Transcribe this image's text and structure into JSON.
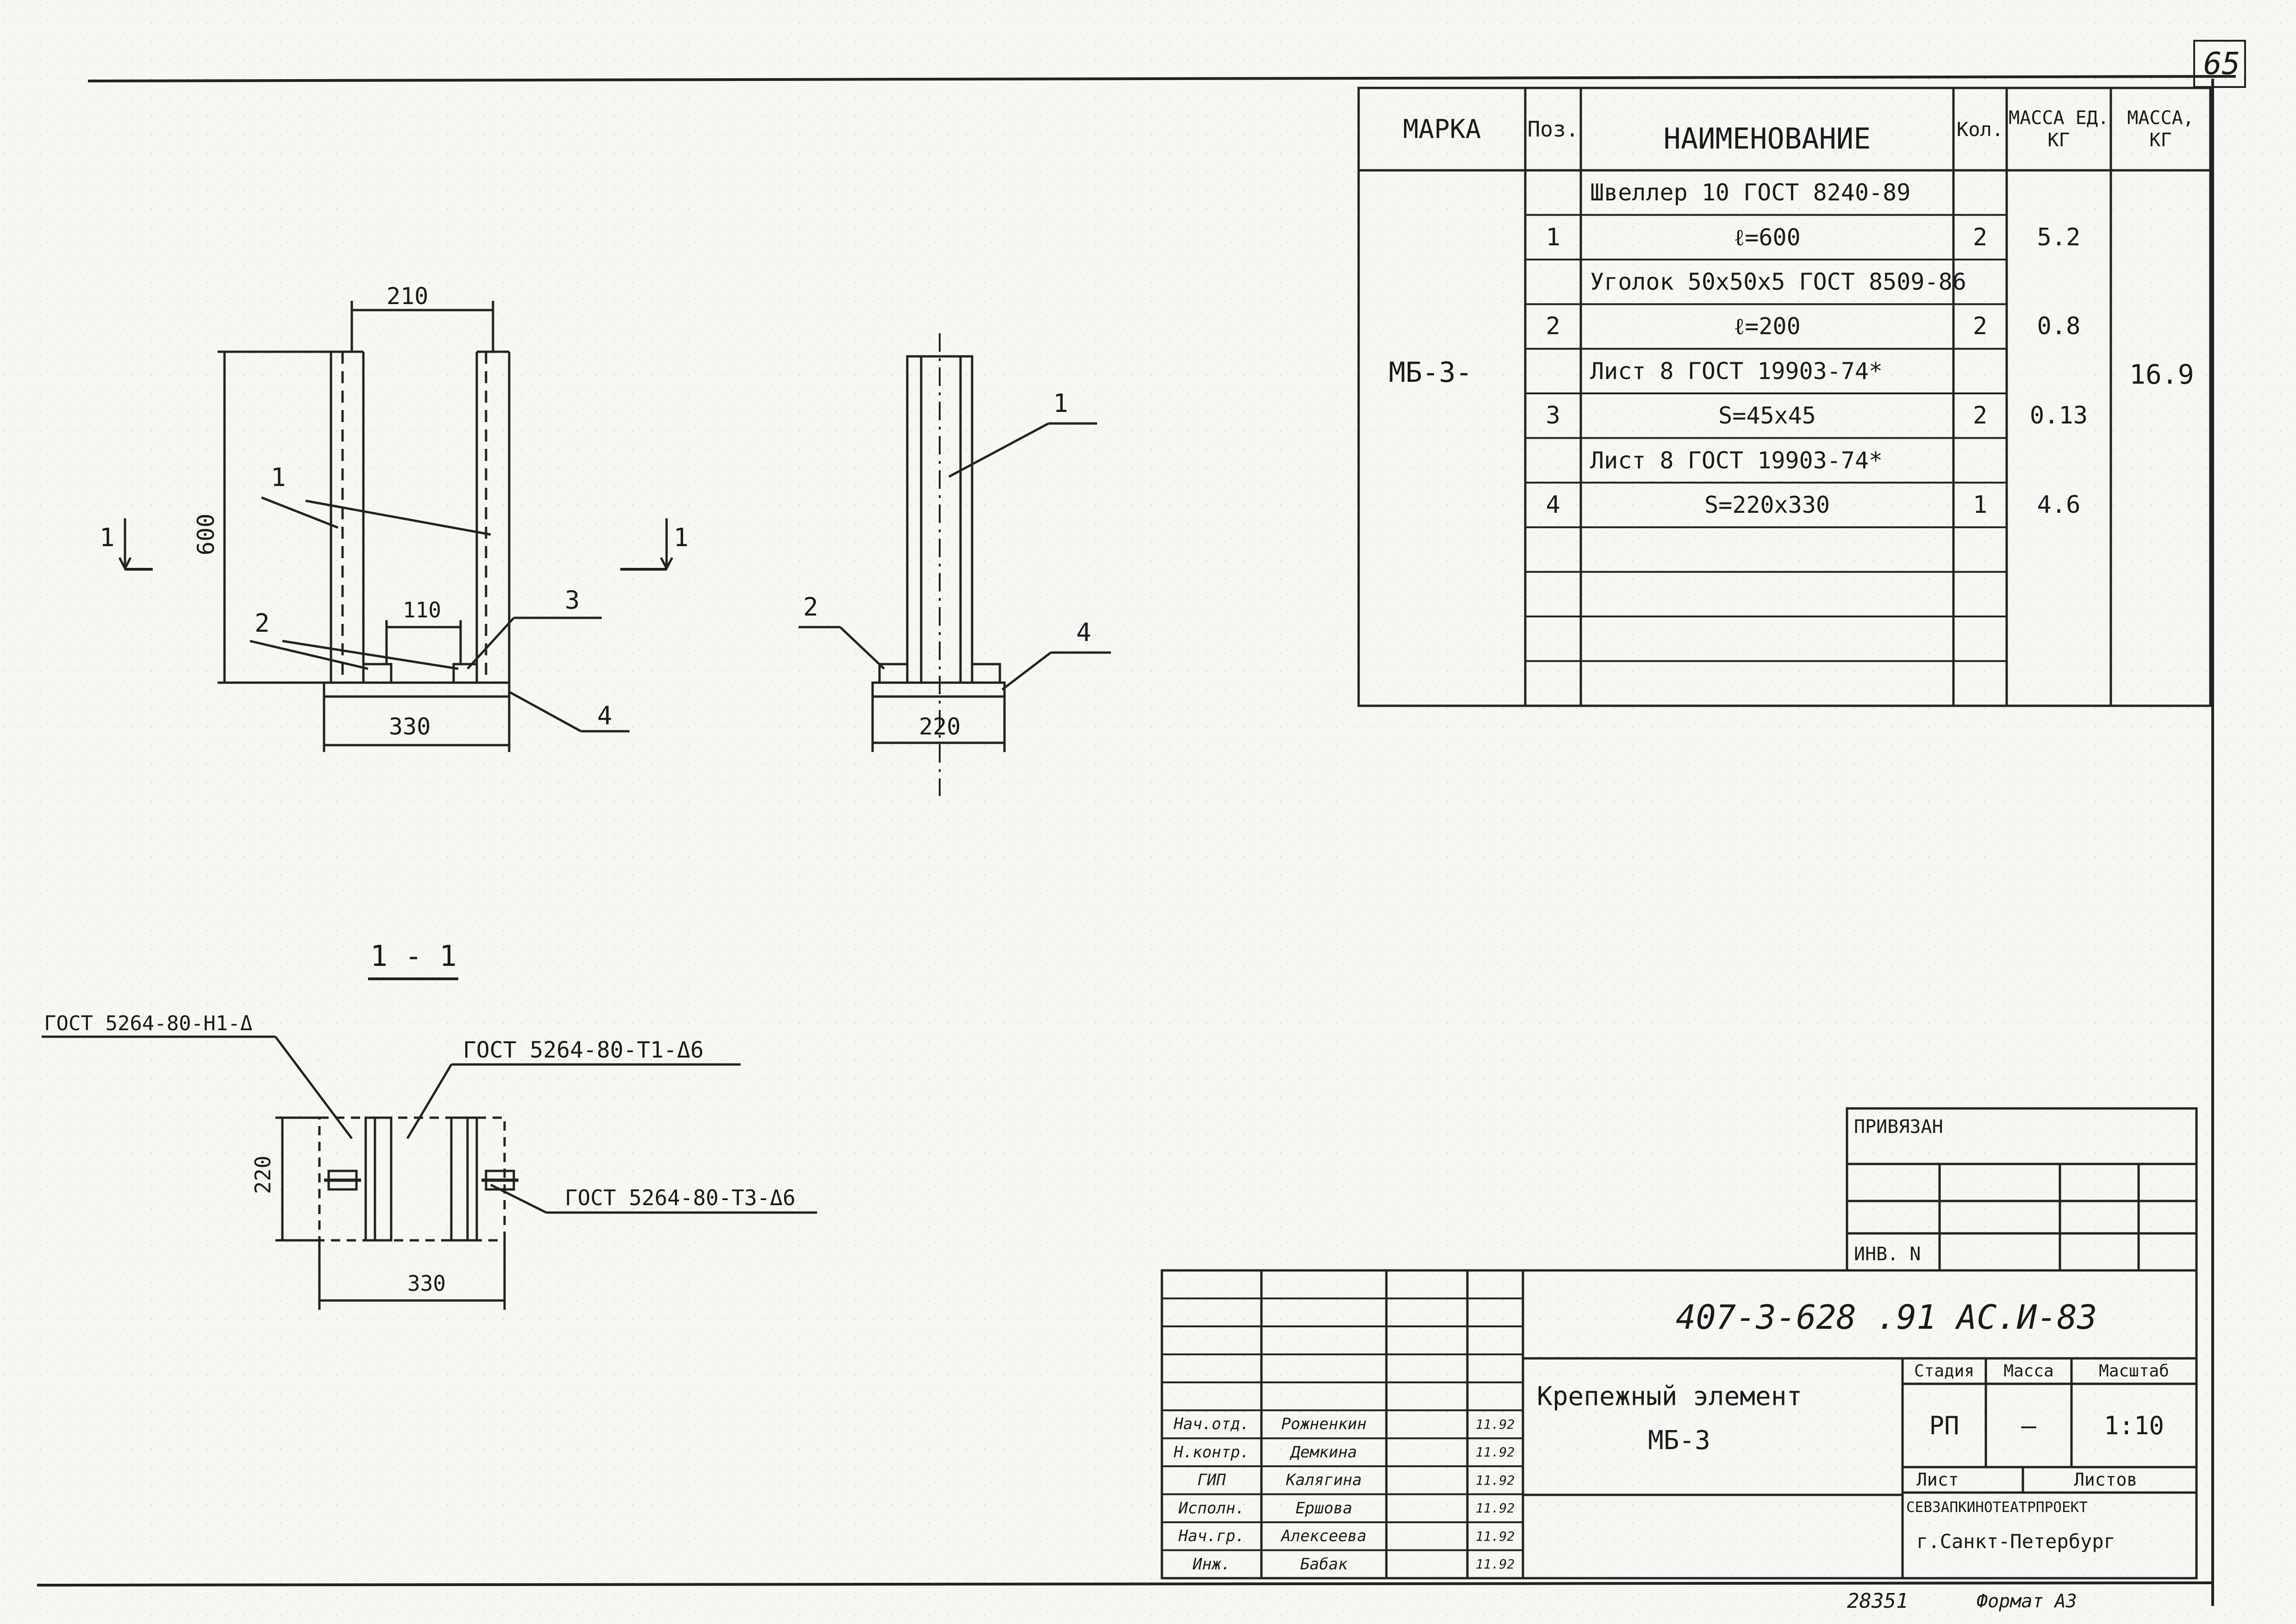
{
  "page_number": "65",
  "spec_table": {
    "headers": {
      "mark": "МАРКА",
      "pos": "Поз.",
      "name": "НАИМЕНОВАНИЕ",
      "qty": "Кол.",
      "unit_mass": "МАССА ЕД. КГ",
      "total_mass": "МАССА, КГ"
    },
    "mark": "МБ-3-",
    "total_mass": "16.9",
    "rows": [
      {
        "pos": "",
        "name": "Швеллер 10 ГОСТ 8240-89",
        "qty": "",
        "unit_mass": ""
      },
      {
        "pos": "1",
        "name": "ℓ=600",
        "qty": "2",
        "unit_mass": "5.2"
      },
      {
        "pos": "",
        "name": "Уголок 50х50х5 ГОСТ 8509-86",
        "qty": "",
        "unit_mass": ""
      },
      {
        "pos": "2",
        "name": "ℓ=200",
        "qty": "2",
        "unit_mass": "0.8"
      },
      {
        "pos": "",
        "name": "Лист 8 ГОСТ 19903-74*",
        "qty": "",
        "unit_mass": ""
      },
      {
        "pos": "3",
        "name": "S=45x45",
        "qty": "2",
        "unit_mass": "0.13"
      },
      {
        "pos": "",
        "name": "Лист 8 ГОСТ 19903-74*",
        "qty": "",
        "unit_mass": ""
      },
      {
        "pos": "4",
        "name": "S=220x330",
        "qty": "1",
        "unit_mass": "4.6"
      },
      {
        "pos": "",
        "name": "",
        "qty": "",
        "unit_mass": ""
      },
      {
        "pos": "",
        "name": "",
        "qty": "",
        "unit_mass": ""
      },
      {
        "pos": "",
        "name": "",
        "qty": "",
        "unit_mass": ""
      },
      {
        "pos": "",
        "name": "",
        "qty": "",
        "unit_mass": ""
      }
    ]
  },
  "front_view": {
    "dim_top": "210",
    "dim_height": "600",
    "dim_inner": "110",
    "dim_bottom": "330",
    "callouts": [
      "1",
      "2",
      "3",
      "4"
    ],
    "section_mark_left": "1",
    "section_mark_right": "1"
  },
  "side_view": {
    "dim_bottom": "220",
    "callouts": [
      "1",
      "2",
      "4"
    ]
  },
  "section": {
    "title": "1 - 1",
    "weld_left": "ГОСТ 5264-80-Н1-Δ",
    "weld_top": "ГОСТ 5264-80-Т1-Δ6",
    "weld_right": "ГОСТ 5264-80-Т3-Δ6",
    "dim_height": "220",
    "dim_width": "330"
  },
  "binding_box": {
    "title": "ПРИВЯЗАН",
    "inv": "ИНВ. N"
  },
  "title_block": {
    "code": "407-3-628 .91 АС.И-83",
    "name": "Крепежный элемент",
    "name_sub": "МБ-3",
    "stage_header": "Стадия",
    "mass_header": "Масса",
    "scale_header": "Масштаб",
    "stage": "РП",
    "mass": "—",
    "scale": "1:10",
    "sheet_label": "Лист",
    "sheets_label": "Листов",
    "org": "СЕВЗАПКИНОТЕАТРПРОЕКТ",
    "city": "г.Санкт-Петербург",
    "staff": [
      {
        "role": "Нач.отд.",
        "name": "Рожненкин",
        "date": "11.92"
      },
      {
        "role": "Н.контр.",
        "name": "Демкина",
        "date": "11.92"
      },
      {
        "role": "ГИП",
        "name": "Калягина",
        "date": "11.92"
      },
      {
        "role": "Исполн.",
        "name": "Ершова",
        "date": "11.92"
      },
      {
        "role": "Нач.гр.",
        "name": "Алексеева",
        "date": "11.92"
      },
      {
        "role": "Инж.",
        "name": "Бабак",
        "date": "11.92"
      }
    ]
  },
  "footer": {
    "number": "28351",
    "format": "Формат А3"
  }
}
